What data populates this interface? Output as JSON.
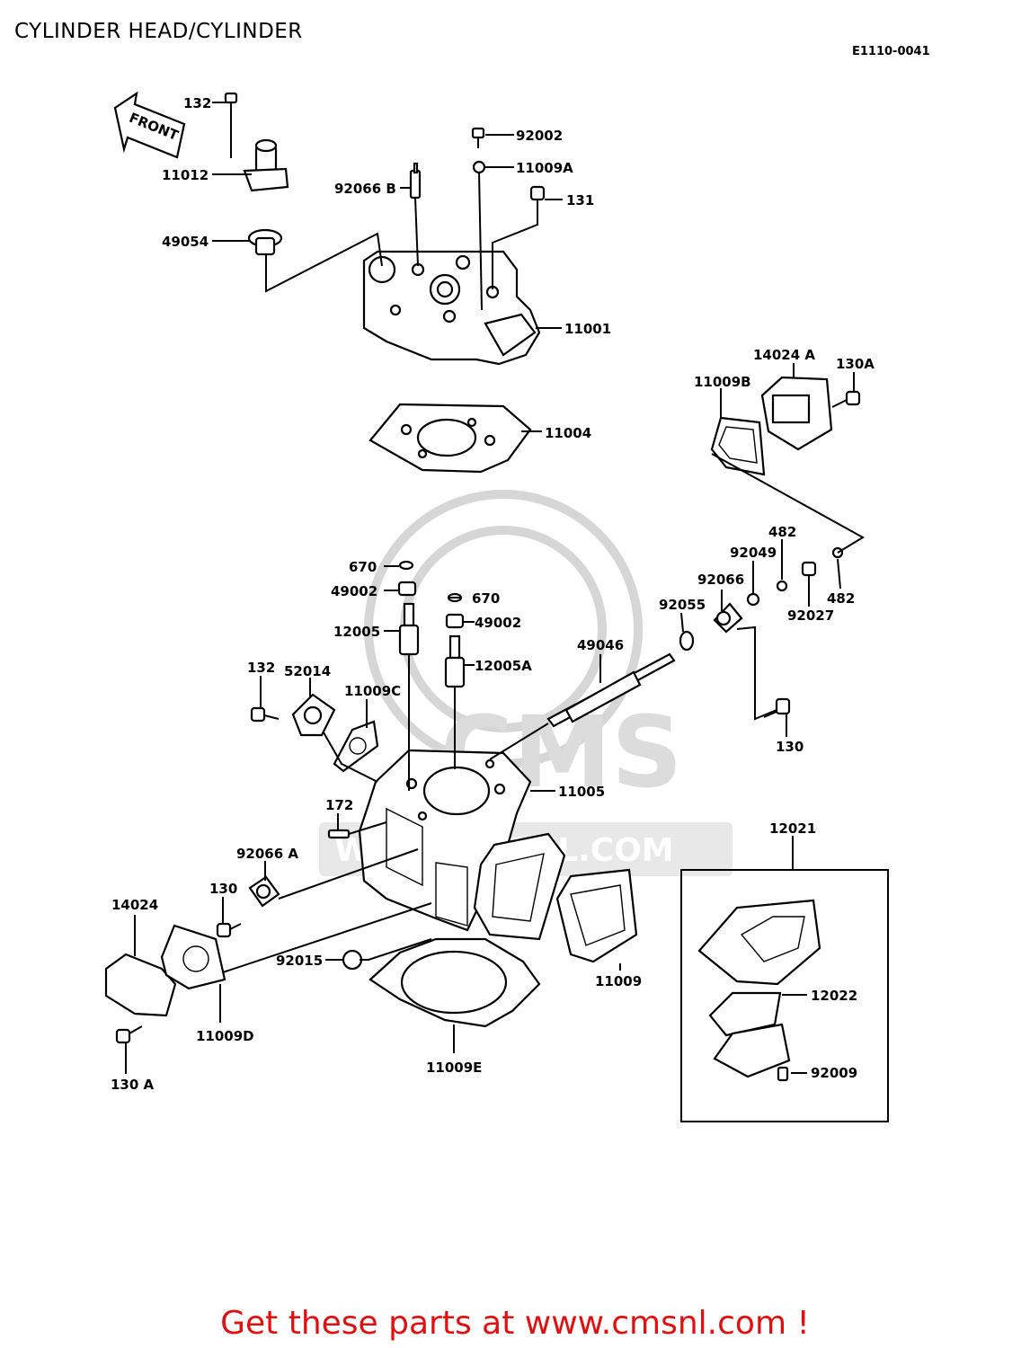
{
  "title": "CYLINDER HEAD/CYLINDER",
  "diagram_code": "E1110-0041",
  "front_arrow_label": "FRONT",
  "watermark": {
    "brand": "CMS",
    "url": "WWW.CMSNL.COM"
  },
  "footer": "Get these parts at www.cmsnl.com !",
  "labels": {
    "p132_top": "132",
    "p11012": "11012",
    "p49054": "49054",
    "p92002": "92002",
    "p11009A": "11009A",
    "p92066B": "92066 B",
    "p131": "131",
    "p11001": "11001",
    "p14024A": "14024 A",
    "p130A_top": "130A",
    "p11009B": "11009B",
    "p11004": "11004",
    "p482_top": "482",
    "p92049": "92049",
    "p92066": "92066",
    "p482_right": "482",
    "p92027": "92027",
    "p92055": "92055",
    "p670_a": "670",
    "p49002_a": "49002",
    "p670_b": "670",
    "p49002_b": "49002",
    "p12005": "12005",
    "p12005A": "12005A",
    "p49046": "49046",
    "p132_mid": "132",
    "p52014": "52014",
    "p11009C": "11009C",
    "p130_right": "130",
    "p11005": "11005",
    "p172": "172",
    "p12021": "12021",
    "p92066A": "92066 A",
    "p130_left": "130",
    "p14024": "14024",
    "p92015": "92015",
    "p11009": "11009",
    "p12022": "12022",
    "p92009": "92009",
    "p11009D": "11009D",
    "p11009E": "11009E",
    "p130A_bottom": "130 A"
  }
}
